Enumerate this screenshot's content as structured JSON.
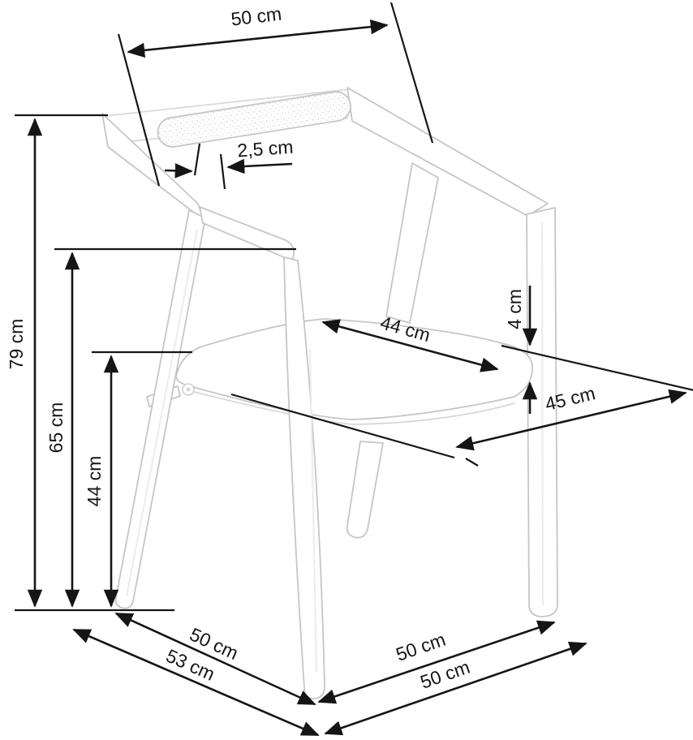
{
  "diagram_type": "furniture-dimension-diagram",
  "subject": "armchair line drawing with dimension arrows",
  "unit": "cm",
  "colors": {
    "ink": "#151515",
    "chair_outline": "#c6c6c6",
    "chair_highlight": "#ececec",
    "speckle": "#d4d4d4",
    "background": "#ffffff"
  },
  "labels": {
    "top_back_width": "50 cm",
    "back_bar_thickness": "2,5 cm",
    "total_height": "79 cm",
    "armrest_height": "65 cm",
    "seat_height": "44 cm",
    "seat_width": "44 cm",
    "seat_cushion_thickness": "4 cm",
    "seat_depth": "45 cm",
    "base_side_width": "50 cm",
    "base_side_outer_width": "53 cm",
    "base_front_depth": "50 cm",
    "base_front_outer_depth": "50 cm"
  }
}
